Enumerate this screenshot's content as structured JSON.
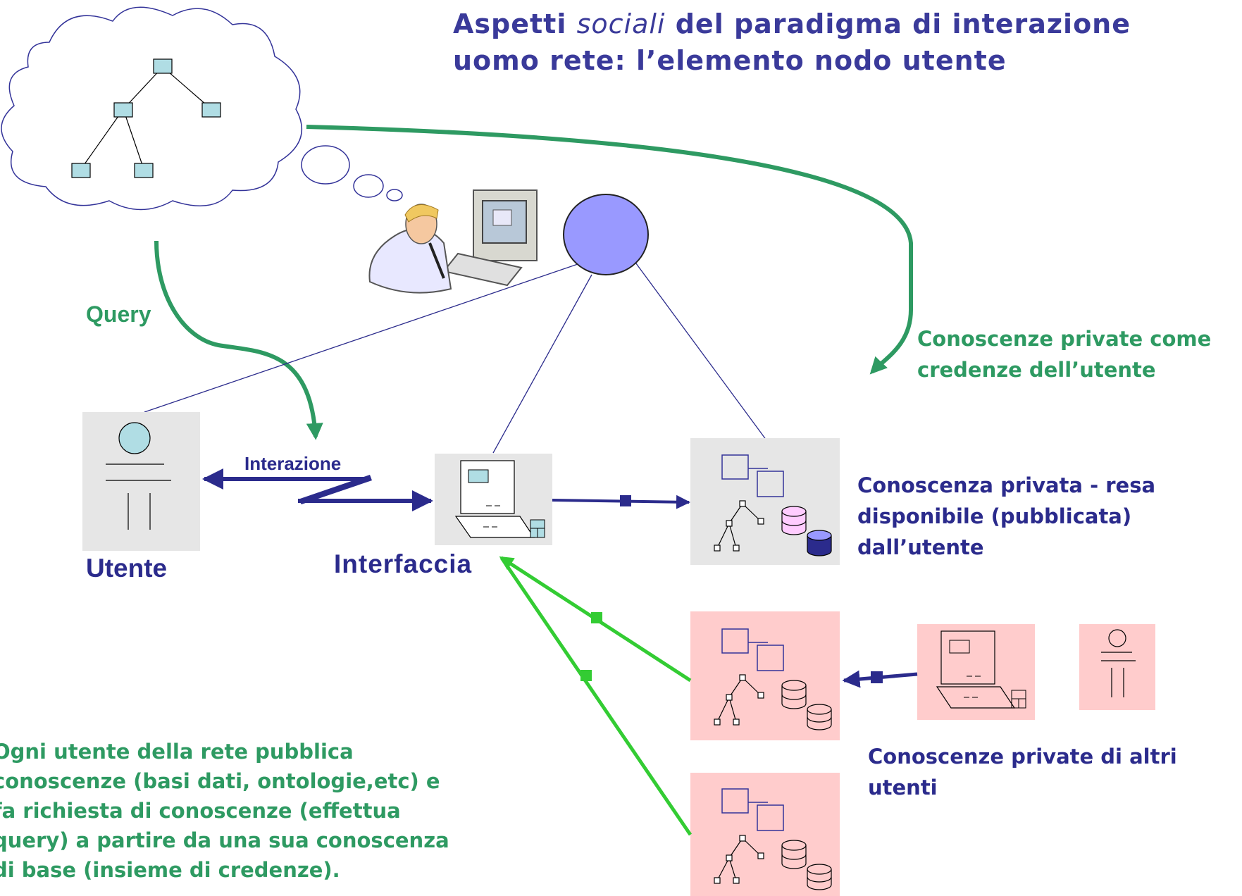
{
  "title": {
    "line1_pre": "Aspetti ",
    "line1_italic": "sociali",
    "line1_post": " del paradigma di interazione",
    "line2": "uomo rete: l’elemento nodo utente"
  },
  "labels": {
    "query": "Query",
    "interazione": "Interazione",
    "utente": "Utente",
    "interfaccia": "Interfaccia",
    "conoscenze_private_come": [
      "Conoscenze private come",
      "credenze dell’utente"
    ],
    "conoscenza_privata_resa": [
      "Conoscenza privata - resa",
      "disponibile (pubblicata)",
      "dall’utente"
    ],
    "conoscenze_private_altri": [
      "Conoscenze private di altri",
      "utenti"
    ],
    "ogni_utente": [
      "Ogni utente della rete pubblica",
      "conoscenze (basi dati, ontologie,etc) e",
      "fa richiesta di conoscenze (effettua",
      "query) a partire da una sua conoscenza",
      "di base (insieme di credenze)."
    ]
  },
  "colors": {
    "title_navy": "#3a3a9a",
    "text_green": "#2e9a62",
    "arrow_green": "#2e9a62",
    "arrow_lightgreen": "#33cc33",
    "arrow_navy": "#2b2b8c",
    "node_fill": "#9999ff",
    "box_gray": "#e6e6e6",
    "box_pink": "#ffcccc",
    "tree_node": "#b0dde4"
  },
  "icons": [
    "cloud-icon",
    "tree-icon",
    "person-at-computer-icon",
    "user-actor-icon",
    "computer-icon",
    "database-icon"
  ]
}
